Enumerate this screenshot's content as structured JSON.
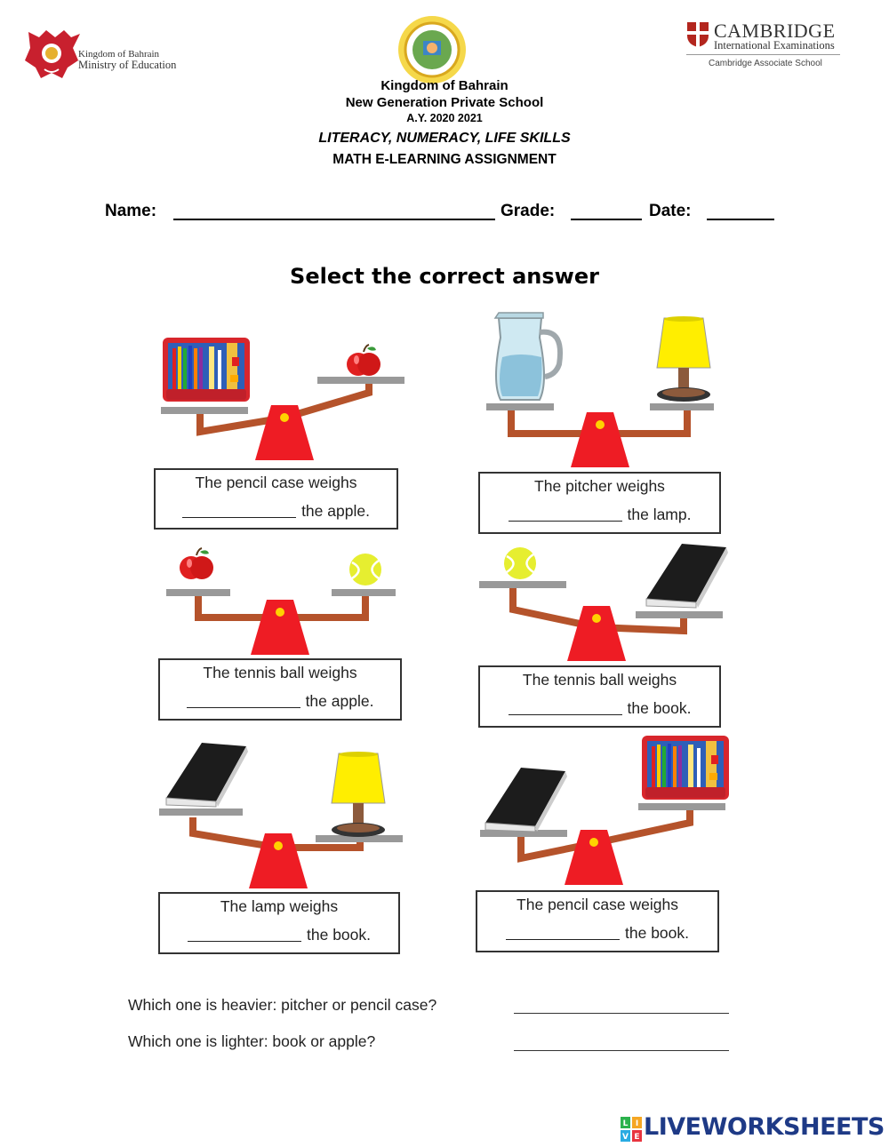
{
  "header": {
    "moe_line1": "Kingdom of Bahrain",
    "moe_line2": "Ministry of  Education",
    "school_country": "Kingdom of Bahrain",
    "school_name": "New Generation Private School",
    "academic_year": "A.Y. 2020 2021",
    "subtitle": "LITERACY, NUMERACY, LIFE SKILLS",
    "assignment": "MATH  E-LEARNING ASSIGNMENT",
    "cambridge_title": "CAMBRIDGE",
    "cambridge_sub": "International Examinations",
    "cambridge_assoc": "Cambridge Associate School"
  },
  "fields": {
    "name_label": "Name:",
    "grade_label": "Grade:",
    "date_label": "Date:"
  },
  "instruction": "Select the correct answer",
  "scales": [
    {
      "left_item": "pencil-case",
      "right_item": "apple",
      "line1": "The pencil case weighs",
      "line2": "the apple."
    },
    {
      "left_item": "pitcher",
      "right_item": "lamp",
      "line1": "The pitcher weighs",
      "line2": "the lamp."
    },
    {
      "left_item": "apple",
      "right_item": "tennis-ball",
      "line1": "The tennis ball weighs",
      "line2": "the apple."
    },
    {
      "left_item": "tennis-ball",
      "right_item": "book",
      "line1": "The tennis ball weighs",
      "line2": "the book."
    },
    {
      "left_item": "book",
      "right_item": "lamp",
      "line1": "The lamp weighs",
      "line2": "the book."
    },
    {
      "left_item": "book",
      "right_item": "pencil-case",
      "line1": "The pencil case weighs",
      "line2": "the book."
    }
  ],
  "questions": [
    {
      "text": "Which one is heavier: pitcher or pencil case?"
    },
    {
      "text": "Which one is lighter: book or apple?"
    }
  ],
  "footer": {
    "brand": "LIVEWORKSHEETS",
    "badge_letters": "LIVE"
  },
  "colors": {
    "fulcrum": "#ee1c24",
    "beam": "#b5532b",
    "pan": "#999999",
    "brand": "#1e3a86"
  }
}
